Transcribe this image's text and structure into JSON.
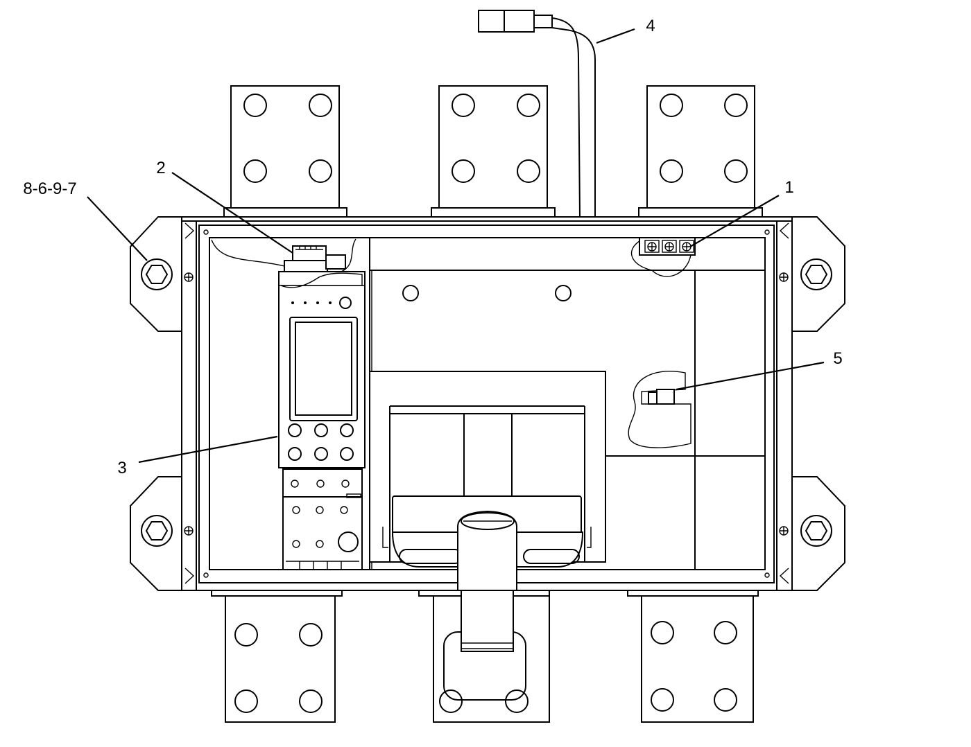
{
  "callouts": {
    "terminal_block": "1",
    "connector": "2",
    "trip_unit": "3",
    "cable": "4",
    "plug": "5",
    "mounting_bolts": "8-6-9-7"
  }
}
